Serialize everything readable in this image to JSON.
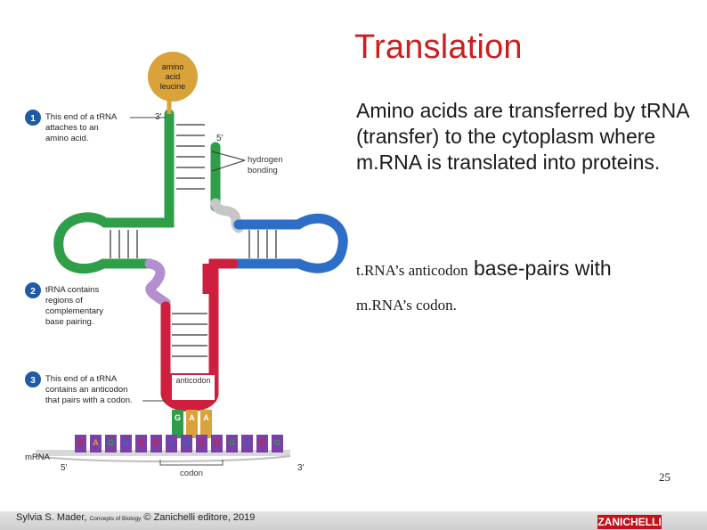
{
  "slide": {
    "title": "Translation",
    "paragraph1": "Amino acids are transferred by tRNA (transfer) to the cytoplasm where m.RNA is translated into proteins.",
    "paragraph2_part1": "t.RNA’s anticodon",
    "paragraph2_part2": " base-pairs with ",
    "paragraph2_part3": "m.RNA’s codon.",
    "page_number": "25"
  },
  "figure": {
    "amino_label": [
      "amino",
      "acid",
      "leucine"
    ],
    "end_3": "3′",
    "end_5": "5′",
    "hydrogen_label": [
      "hydrogen",
      "bonding"
    ],
    "anticodon_label": "anticodon",
    "codon_label": "codon",
    "mrna_label": "mRNA",
    "mrna_5": "5′",
    "mrna_3": "3′",
    "step1_num": "1",
    "step1_text": [
      "This end of a tRNA",
      "attaches to an",
      "amino acid."
    ],
    "step2_num": "2",
    "step2_text": [
      "tRNA contains",
      "regions of",
      "complementary",
      "base pairing."
    ],
    "step3_num": "3",
    "step3_text": [
      "This end of a tRNA",
      "contains an anticodon",
      "that pairs with a codon."
    ],
    "anticodon_bases": [
      "G",
      "A",
      "A"
    ],
    "mrna_bases": [
      "C",
      "A",
      "G",
      "U",
      "C",
      "C",
      "U",
      "U",
      "C",
      "C",
      "G",
      "U",
      "C",
      "G"
    ],
    "colors": {
      "amino": "#d9a23a",
      "green_arm": "#2f9e48",
      "blue_arm": "#2d6fc7",
      "red_arm": "#cf1f3f",
      "purple_arm": "#b48fd0",
      "grey_turn": "#c6c6c6",
      "step_circle": "#1f5aa6",
      "mrna_base": "#7b3fa8",
      "mrna_backbone": "#d8d8d8",
      "title_red": "#cc1f1f"
    }
  },
  "footer": {
    "author": "Sylvia S. Mader, ",
    "book": "Concepts of Biology",
    "publisher": " © Zanichelli editore, 2019",
    "logo": "ZANICHELLI"
  }
}
